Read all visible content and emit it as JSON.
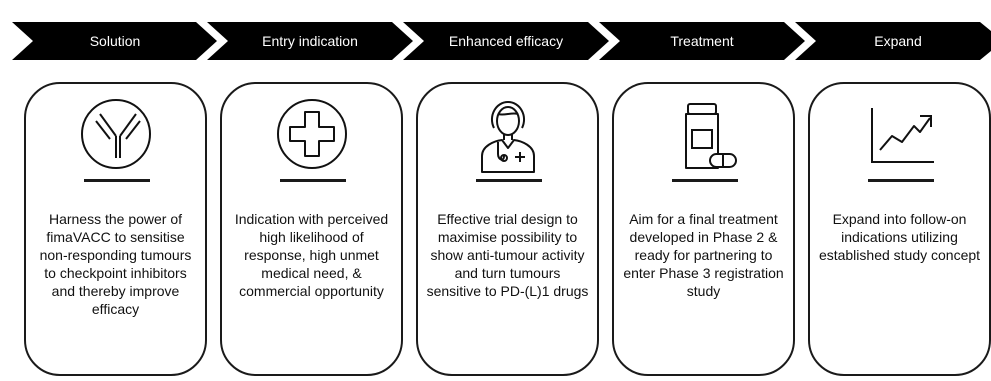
{
  "steps": [
    {
      "title": "Solution",
      "icon": "antibody-icon",
      "description": "Harness the power of fimaVACC to sensitise non-responding tumours to checkpoint inhibitors and thereby improve efficacy"
    },
    {
      "title": "Entry indication",
      "icon": "medical-cross-icon",
      "description": "Indication with perceived high likelihood of response, high unmet medical need, & commercial opportunity"
    },
    {
      "title": "Enhanced efficacy",
      "icon": "doctor-icon",
      "description": "Effective trial design to maximise possibility to show anti-tumour activity and turn tumours sensitive to PD-(L)1 drugs"
    },
    {
      "title": "Treatment",
      "icon": "medicine-bottle-icon",
      "description": "Aim for a final treatment developed in Phase 2 & ready for partnering to enter Phase 3 registration study"
    },
    {
      "title": "Expand",
      "icon": "growth-chart-icon",
      "description": "Expand into follow-on indications utilizing established study concept"
    }
  ],
  "colors": {
    "chevron": "#000000",
    "text_on_chevron": "#ffffff",
    "border": "#1a1a1a"
  }
}
